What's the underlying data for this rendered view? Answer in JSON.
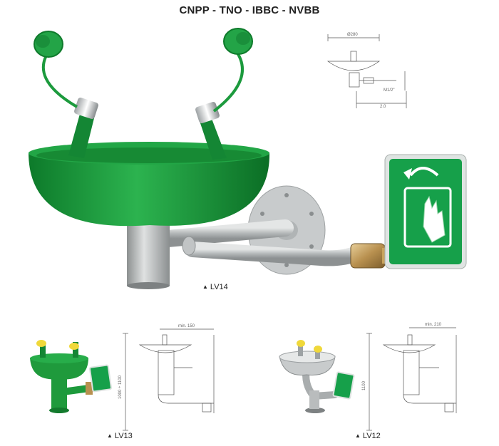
{
  "header": {
    "title": "CNPP - TNO - IBBC - NVBB"
  },
  "products": [
    {
      "code": "LV14",
      "marker": "▲"
    },
    {
      "code": "LV13",
      "marker": "▲"
    },
    {
      "code": "LV12",
      "marker": "▲"
    }
  ],
  "drawings": {
    "top": {
      "width_label": "Ø280",
      "side_label": "M1/2\"",
      "depth_label": "2.0"
    },
    "lv13": {
      "top_label": "min. 150",
      "height_label": "1000 ÷ 1100"
    },
    "lv12": {
      "top_label": "min. 210",
      "height_label": "1100"
    }
  },
  "colors": {
    "bowl_green": "#1f9a3c",
    "sign_green": "#16a04a",
    "steel": "#b9bcbd"
  }
}
